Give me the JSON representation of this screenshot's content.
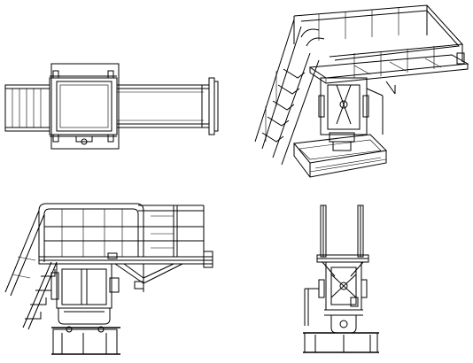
{
  "drawing": {
    "views": [
      {
        "id": "top",
        "kind": "plan"
      },
      {
        "id": "iso",
        "kind": "isometric"
      },
      {
        "id": "front",
        "kind": "side-elevation"
      },
      {
        "id": "end",
        "kind": "end-elevation"
      }
    ],
    "colors": {
      "line": "#000000",
      "background": "#ffffff"
    }
  }
}
